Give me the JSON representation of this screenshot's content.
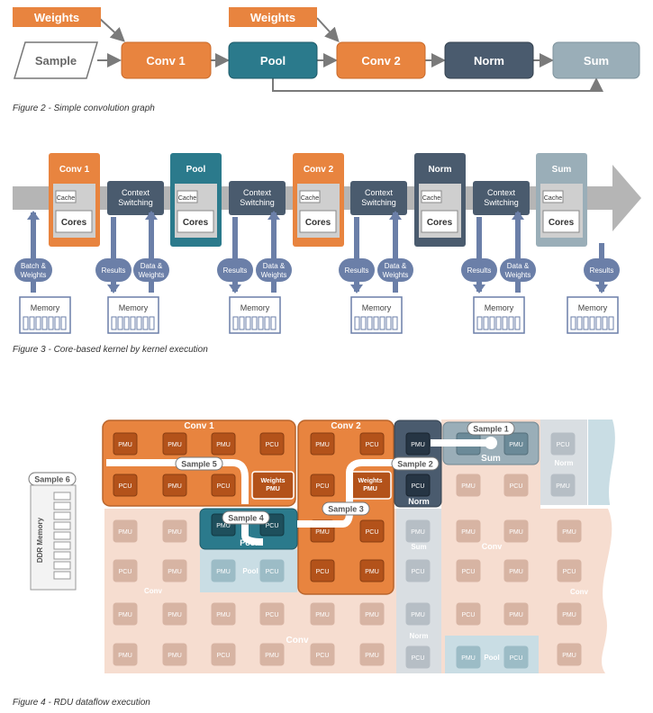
{
  "colors": {
    "orange": "#e8843f",
    "teal": "#2b7a8c",
    "dark_slate": "#4a5b6e",
    "gray_blue": "#9aaeb8",
    "gray_arrow": "#8a8a8a",
    "light_orange": "#f6ddd0",
    "light_blue": "#c9dde4",
    "light_gray": "#d9dee2"
  },
  "fig2": {
    "weights_1": "Weights",
    "weights_2": "Weights",
    "sample": "Sample",
    "conv1": "Conv 1",
    "pool": "Pool",
    "conv2": "Conv 2",
    "norm": "Norm",
    "sum": "Sum",
    "caption": "Figure 2 - Simple convolution graph"
  },
  "fig3": {
    "kernels": [
      {
        "name": "Conv 1",
        "cache": "Cache",
        "cores": "Cores"
      },
      {
        "name": "Pool",
        "cache": "Cache",
        "cores": "Cores"
      },
      {
        "name": "Conv 2",
        "cache": "Cache",
        "cores": "Cores"
      },
      {
        "name": "Norm",
        "cache": "Cache",
        "cores": "Cores"
      },
      {
        "name": "Sum",
        "cache": "Cache",
        "cores": "Cores"
      }
    ],
    "context_switching": "Context Switching",
    "batch_weights": "Batch & Weights",
    "results": "Results",
    "data_weights": "Data & Weights",
    "memory": "Memory",
    "caption": "Figure 3 - Core-based kernel by kernel execution"
  },
  "fig4": {
    "regions": {
      "conv1": "Conv 1",
      "conv2": "Conv 2",
      "norm": "Norm",
      "sum": "Sum",
      "pool": "Pool",
      "conv": "Conv"
    },
    "samples": {
      "s1": "Sample 1",
      "s2": "Sample 2",
      "s3": "Sample 3",
      "s4": "Sample 4",
      "s5": "Sample 5",
      "s6": "Sample 6"
    },
    "pmu": "PMU",
    "pcu": "PCU",
    "weights": "Weights",
    "ddr_memory": "DDR Memory",
    "caption": "Figure 4 - RDU dataflow execution"
  }
}
